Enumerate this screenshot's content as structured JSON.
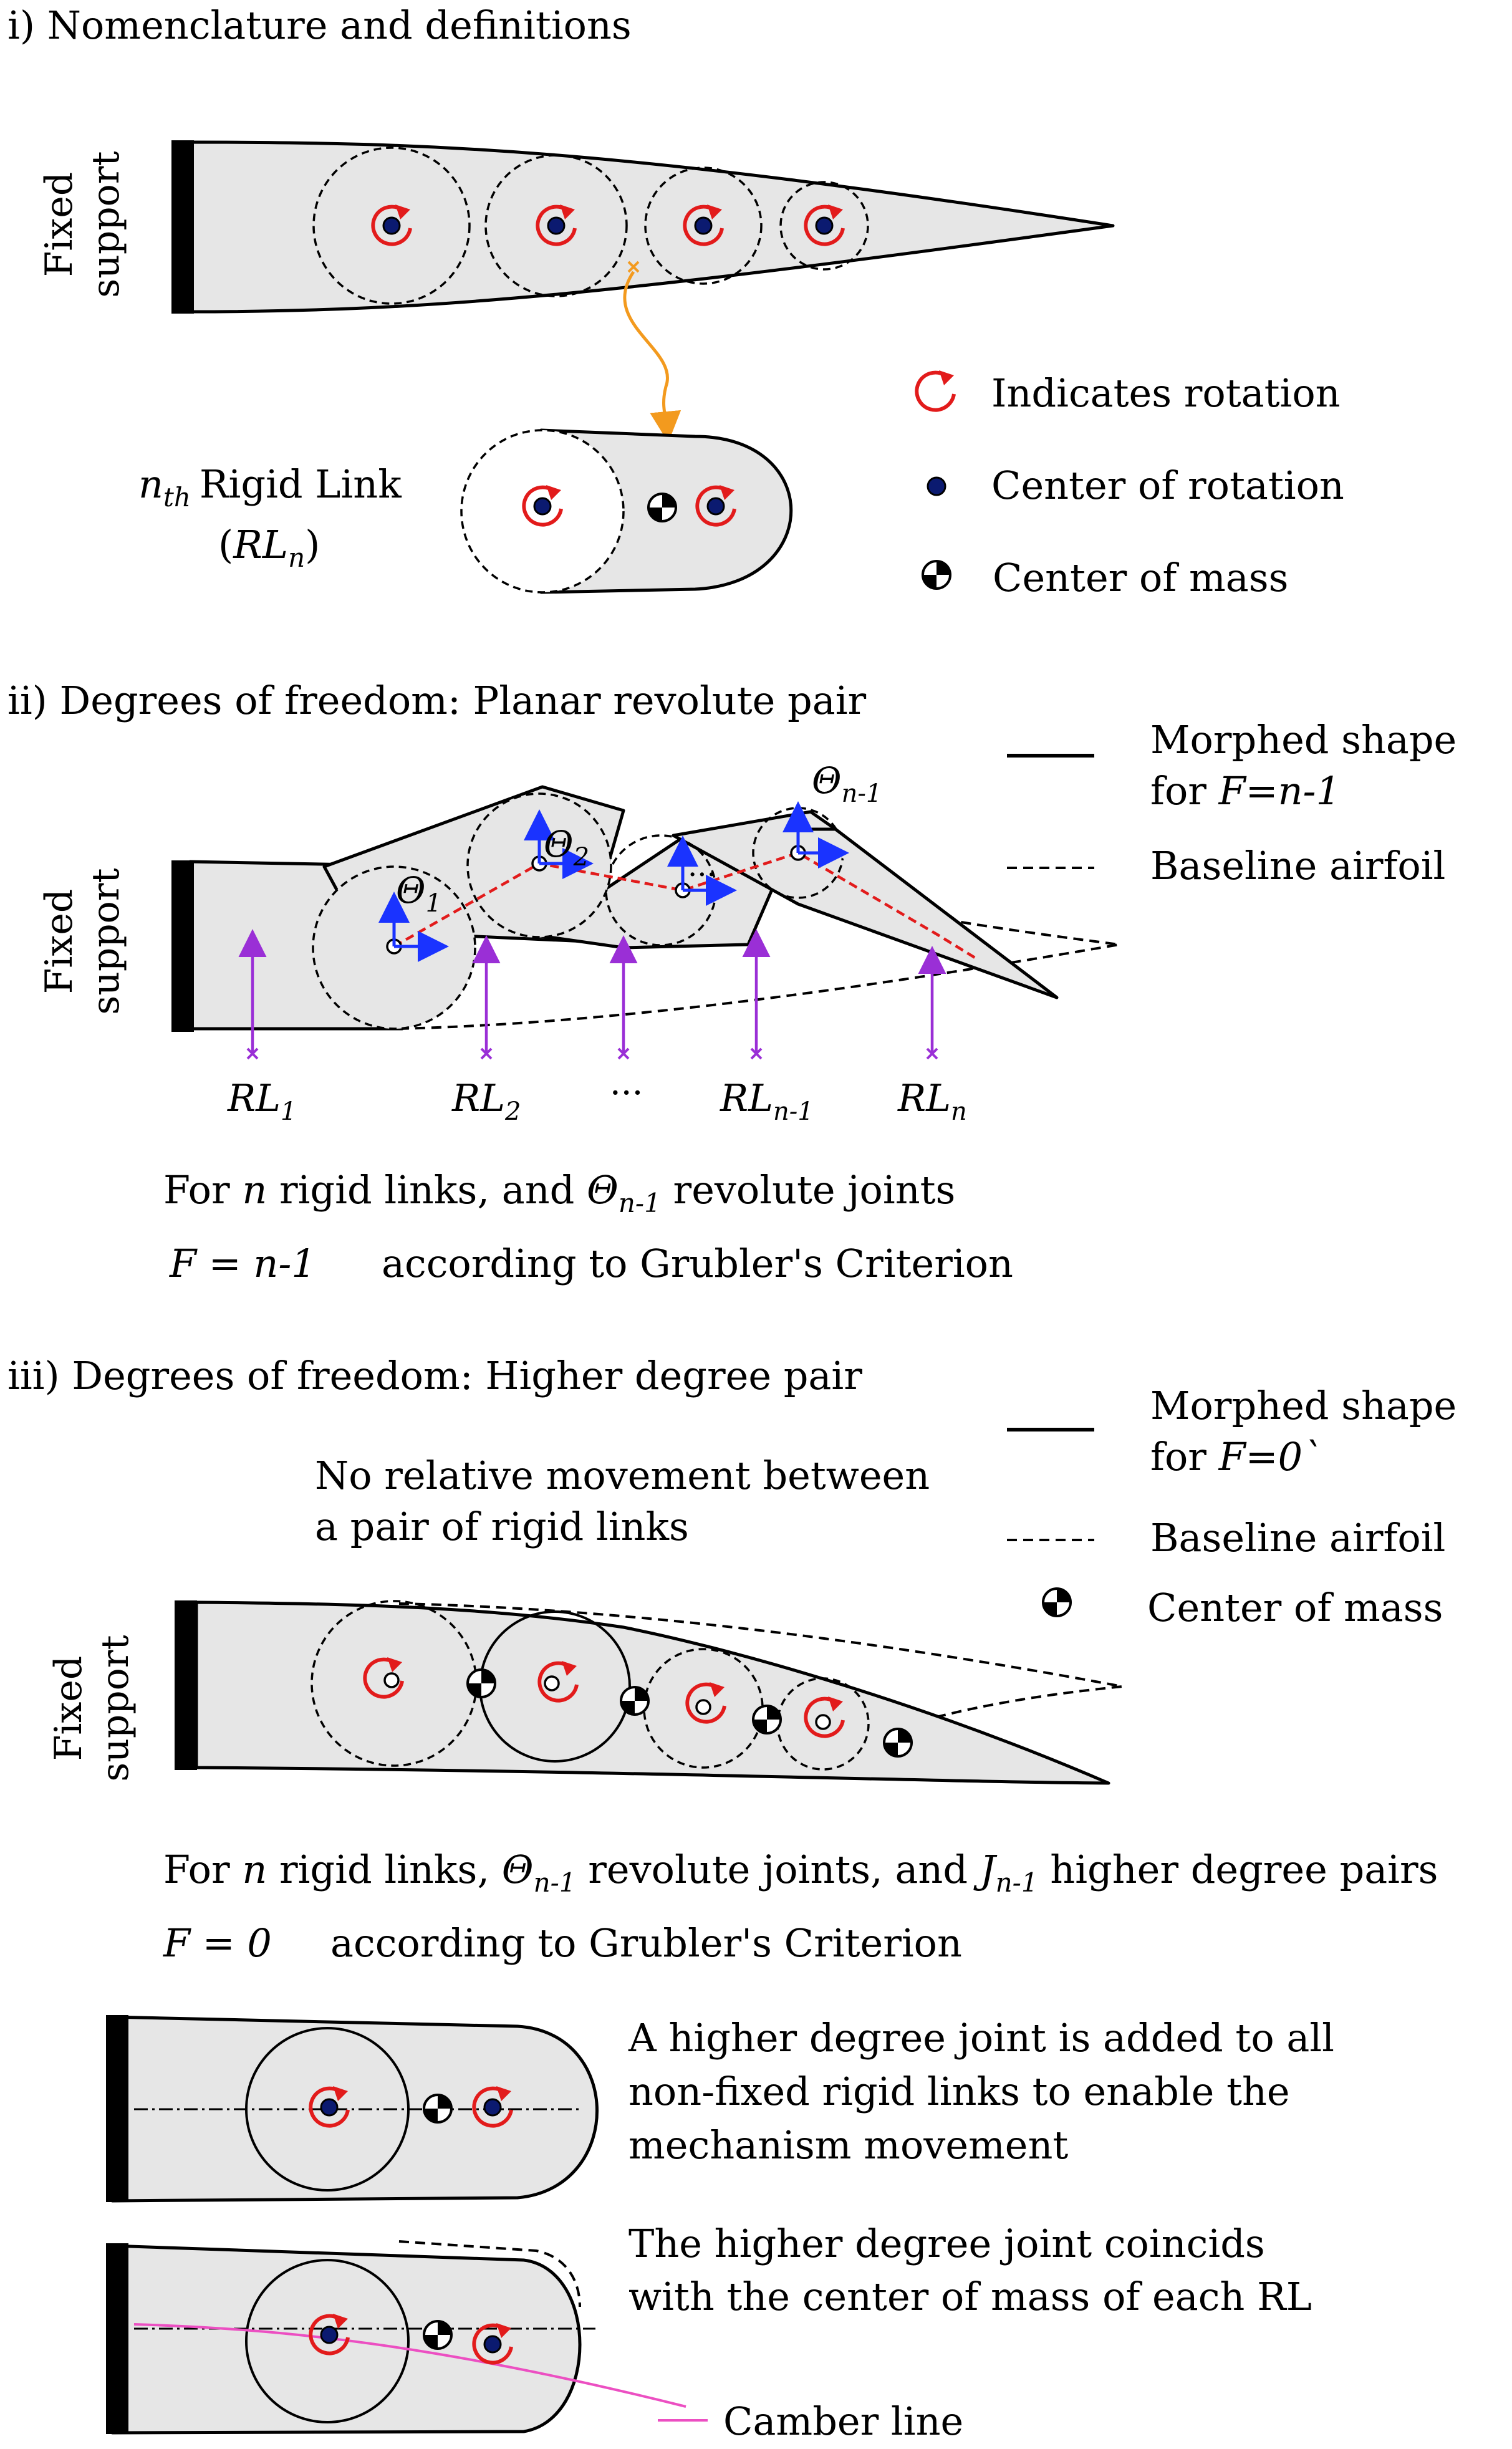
{
  "sections": {
    "s1": {
      "title": "i) Nomenclature and definitions",
      "support_label_1": "Fixed",
      "support_label_2": "support",
      "link_label": "Rigid Link",
      "link_n": "n",
      "link_th": "th",
      "link_abbr_open": "(",
      "link_abbr": "RL",
      "link_abbr_sub": "n",
      "link_abbr_close": ")",
      "legend": [
        {
          "icon": "rotation-arrow-icon",
          "label": "Indicates rotation"
        },
        {
          "icon": "center-of-rotation-dot-icon",
          "label": "Center of rotation"
        },
        {
          "icon": "center-of-mass-icon",
          "label": "Center of mass"
        }
      ]
    },
    "s2": {
      "title": "ii) Degrees of freedom: Planar revolute pair",
      "legend": [
        {
          "icon": "solid-line-icon",
          "line1": "Morphed shape",
          "line2_prefix": "for ",
          "line2_math": "F=n-1"
        },
        {
          "icon": "dashed-line-icon",
          "line1": "Baseline airfoil"
        }
      ],
      "support_label_1": "Fixed",
      "support_label_2": "support",
      "joints": [
        {
          "symbol": "Θ",
          "sub": "1"
        },
        {
          "symbol": "Θ",
          "sub": "2"
        },
        {
          "symbol": "...",
          "sub": ""
        },
        {
          "symbol": "Θ",
          "sub": "n-1"
        }
      ],
      "links": [
        {
          "symbol": "RL",
          "sub": "1"
        },
        {
          "symbol": "RL",
          "sub": "2"
        },
        {
          "symbol": "···",
          "sub": ""
        },
        {
          "symbol": "RL",
          "sub": "n-1"
        },
        {
          "symbol": "RL",
          "sub": "n"
        }
      ],
      "eq1_a": "For ",
      "eq1_n": "n",
      "eq1_b": " rigid links, and ",
      "eq1_theta": "Θ",
      "eq1_theta_sub": "n-1",
      "eq1_c": " revolute joints",
      "eq2_math": "F = n-1",
      "eq2_text": "according to Grubler's Criterion"
    },
    "s3": {
      "title": "iii) Degrees of freedom: Higher degree pair",
      "note_1": "No relative movement between",
      "note_2": "a pair of rigid links",
      "legend": [
        {
          "icon": "solid-line-icon",
          "line1": "Morphed shape",
          "line2_prefix": "for ",
          "line2_math": "F=0`"
        },
        {
          "icon": "dashed-line-icon",
          "line1": "Baseline airfoil"
        },
        {
          "icon": "center-of-mass-icon",
          "line1": "Center of mass"
        }
      ],
      "support_label_1": "Fixed",
      "support_label_2": "support",
      "eq1_a": "For ",
      "eq1_n": "n",
      "eq1_b": " rigid links, ",
      "eq1_theta": "Θ",
      "eq1_theta_sub": "n-1",
      "eq1_c": " revolute joints, and ",
      "eq1_j": "J",
      "eq1_j_sub": "n-1",
      "eq1_d": " higher degree pairs",
      "eq2_math": "F = 0",
      "eq2_text": "according to Grubler's Criterion",
      "detail1": [
        "A higher degree joint is added to all",
        "non-fixed rigid links to enable the",
        "mechanism movement"
      ],
      "detail2": [
        "The higher degree joint coincids",
        "with the center of mass of each RL"
      ],
      "camber_label": "Camber line"
    }
  },
  "colors": {
    "rotation": "#e21b1b",
    "center_of_rotation": "#0b1a70",
    "frame_axes": "#1a33ff",
    "link_markers": "#9a2fd6",
    "link_pointer": "#f39a1e",
    "camber_line": "#ec4fc2",
    "link_fill": "#e6e6e6"
  }
}
